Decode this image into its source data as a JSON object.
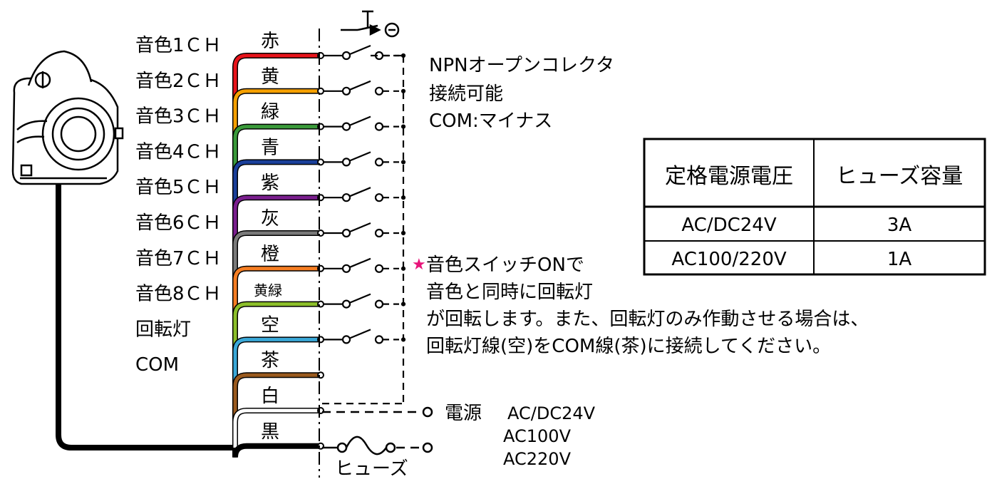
{
  "channels": [
    {
      "label": "音色1ＣＨ",
      "wire": "赤",
      "color": "#e8141b"
    },
    {
      "label": "音色2ＣＨ",
      "wire": "黄",
      "color": "#f5a000"
    },
    {
      "label": "音色3ＣＨ",
      "wire": "緑",
      "color": "#3a9a3a"
    },
    {
      "label": "音色4ＣＨ",
      "wire": "青",
      "color": "#1a3f9a"
    },
    {
      "label": "音色5ＣＨ",
      "wire": "紫",
      "color": "#7a1e8e"
    },
    {
      "label": "音色6ＣＨ",
      "wire": "灰",
      "color": "#7a7a7a"
    },
    {
      "label": "音色7ＣＨ",
      "wire": "橙",
      "color": "#f57d22"
    },
    {
      "label": "音色8ＣＨ",
      "wire": "黄緑",
      "color": "#8cbf2a"
    },
    {
      "label": "回転灯",
      "wire": "空",
      "color": "#3aa8d8"
    },
    {
      "label": "COM",
      "wire": "茶",
      "color": "#9a5a1e"
    }
  ],
  "power_wires": [
    {
      "wire": "白",
      "color": "#ffffff"
    },
    {
      "wire": "黒",
      "color": "#000000"
    }
  ],
  "npn_note": [
    "NPNオープンコレクタ",
    "接続可能",
    "COM:マイナス"
  ],
  "star_mark": "★",
  "star_color": "#e8147a",
  "rotary_note": [
    "音色スイッチONで",
    "音色と同時に回転灯",
    "が回転します。また、回転灯のみ作動させる場合は、",
    "回転灯線(空)をCOM線(茶)に接続してください。"
  ],
  "power": {
    "label": "電源",
    "voltages": [
      "AC/DC24V",
      "AC100V",
      "AC220V"
    ]
  },
  "fuse_label": "ヒューズ",
  "spec_table": {
    "headers": [
      "定格電源電圧",
      "ヒューズ容量"
    ],
    "rows": [
      [
        "AC/DC24V",
        "3A"
      ],
      [
        "AC100/220V",
        "1A"
      ]
    ]
  }
}
